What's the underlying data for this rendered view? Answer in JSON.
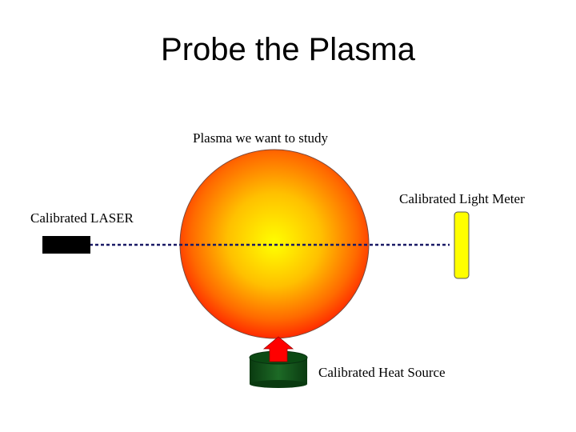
{
  "title": "Probe the Plasma",
  "labels": {
    "plasma": "Plasma we want to study",
    "laser": "Calibrated LASER",
    "light_meter": "Calibrated Light Meter",
    "heat_source": "Calibrated Heat Source"
  },
  "colors": {
    "plasma_center": "#ffff00",
    "plasma_edge": "#ff2a00",
    "laser_body": "#000000",
    "beam": "#1a1a66",
    "light_meter": "#ffff00",
    "heat_arrow": "#ff0000",
    "heat_base": "#0e4a14"
  }
}
